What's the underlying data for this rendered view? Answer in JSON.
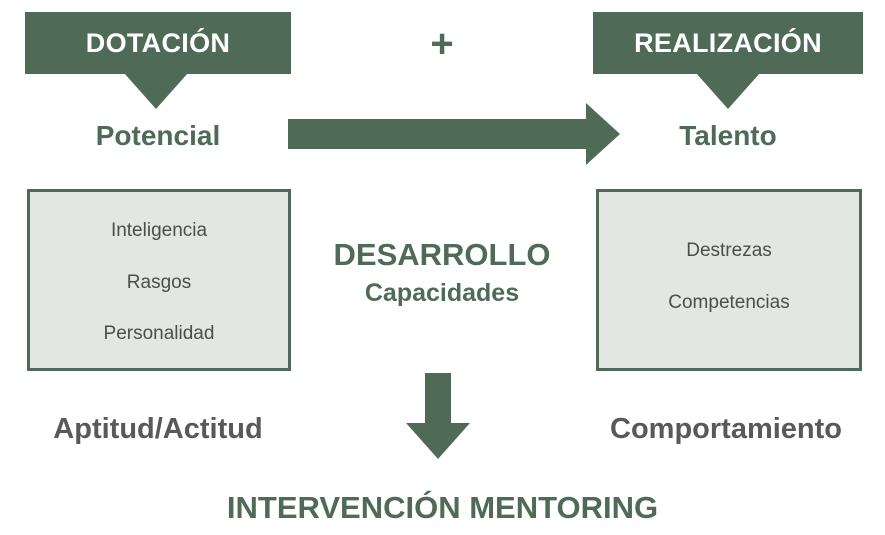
{
  "left_header": "DOTACIÓN",
  "plus_sign": "+",
  "right_header": "REALIZACIÓN",
  "left_label": "Potencial",
  "right_label": "Talento",
  "left_box_items": [
    "Inteligencia",
    "Rasgos",
    "Personalidad"
  ],
  "right_box_items": [
    "Destrezas",
    "Competencias"
  ],
  "center_title": "DESARROLLO",
  "center_subtitle": "Capacidades",
  "left_bottom_label": "Aptitud/Actitud",
  "right_bottom_label": "Comportamiento",
  "bottom_title": "INTERVENCIÓN MENTORING",
  "colors": {
    "primary_green": "#4f6b57",
    "box_fill": "#e2e7e3",
    "gray_text": "#595959"
  }
}
